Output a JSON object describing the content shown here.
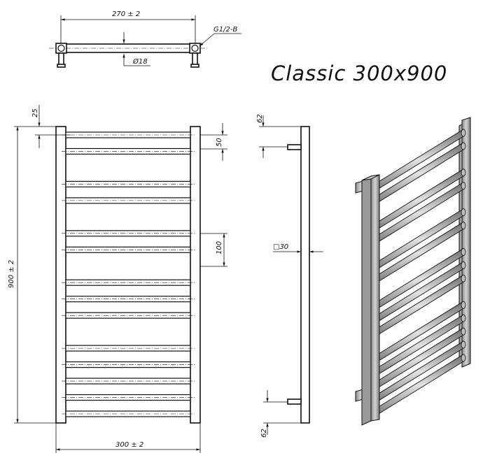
{
  "title": "Classic 300x900",
  "top_view": {
    "width_label": "270 ± 2",
    "thread_label": "G1/2-B",
    "diameter_label": "Ø18"
  },
  "front_view": {
    "height_label": "900 ± 2",
    "width_label": "300 ± 2",
    "top_offset_label": "25",
    "small_spacing_label": "50",
    "large_spacing_label": "100"
  },
  "side_view": {
    "top_offset_label": "62",
    "bottom_offset_label": "62",
    "profile_label": "□30"
  },
  "rung_groups": [
    2,
    2,
    2,
    3,
    5
  ]
}
